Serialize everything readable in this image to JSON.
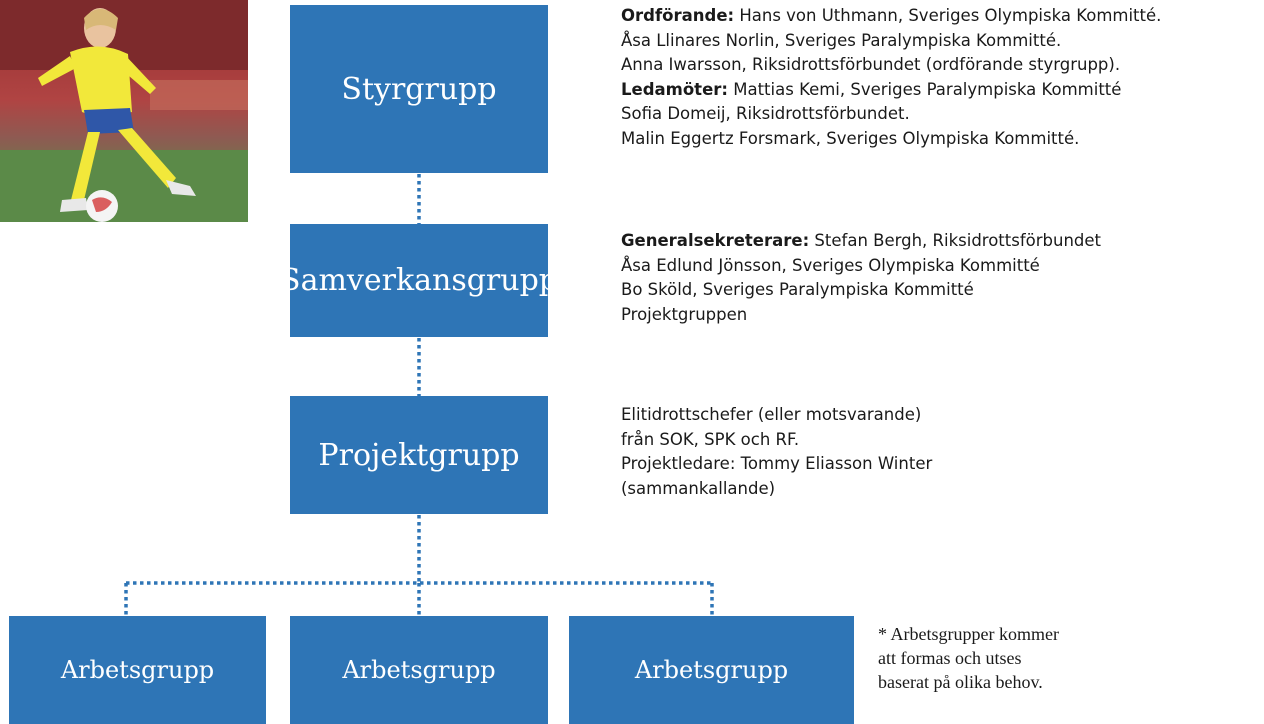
{
  "photo": {
    "subject": "football-player-photo"
  },
  "boxes": {
    "styrgrupp": "Styrgrupp",
    "samverkansgrupp": "Samverkansgrupp",
    "projektgrupp": "Projektgrupp",
    "arbetsgrupp_1": "Arbetsgrupp",
    "arbetsgrupp_2": "Arbetsgrupp",
    "arbetsgrupp_3": "Arbetsgrupp"
  },
  "styrgrupp_desc": {
    "ordforande_label": "Ordförande:",
    "line1_rest": " Hans von Uthmann, Sveriges Olympiska Kommitté.",
    "line2": "Åsa Llinares Norlin, Sveriges Paralympiska Kommitté.",
    "line3": "Anna Iwarsson, Riksidrottsförbundet (ordförande styrgrupp).",
    "ledamoter_label": "Ledamöter:",
    "line4_rest": " Mattias Kemi, Sveriges Paralympiska Kommitté",
    "line5": "Sofia Domeij, Riksidrottsförbundet.",
    "line6": "Malin Eggertz Forsmark, Sveriges Olympiska Kommitté."
  },
  "samverkan_desc": {
    "gs_label": "Generalsekreterare:",
    "line1_rest": " Stefan Bergh, Riksidrottsförbundet",
    "line2": "Åsa Edlund Jönsson, Sveriges Olympiska Kommitté",
    "line3": "Bo Sköld, Sveriges Paralympiska Kommitté",
    "line4": "Projektgruppen"
  },
  "projekt_desc": {
    "line1": "Elitidrottschefer (eller motsvarande)",
    "line2": "från SOK, SPK och RF.",
    "line3": "Projektledare: Tommy Eliasson Winter",
    "line4": "(sammankallande)"
  },
  "note": {
    "line1": "* Arbetsgrupper kommer",
    "line2": "att formas och utses",
    "line3": "baserat på olika behov."
  },
  "colors": {
    "box_fill": "#2e75b6",
    "connector": "#2e75b6",
    "box_text": "#ffffff"
  }
}
